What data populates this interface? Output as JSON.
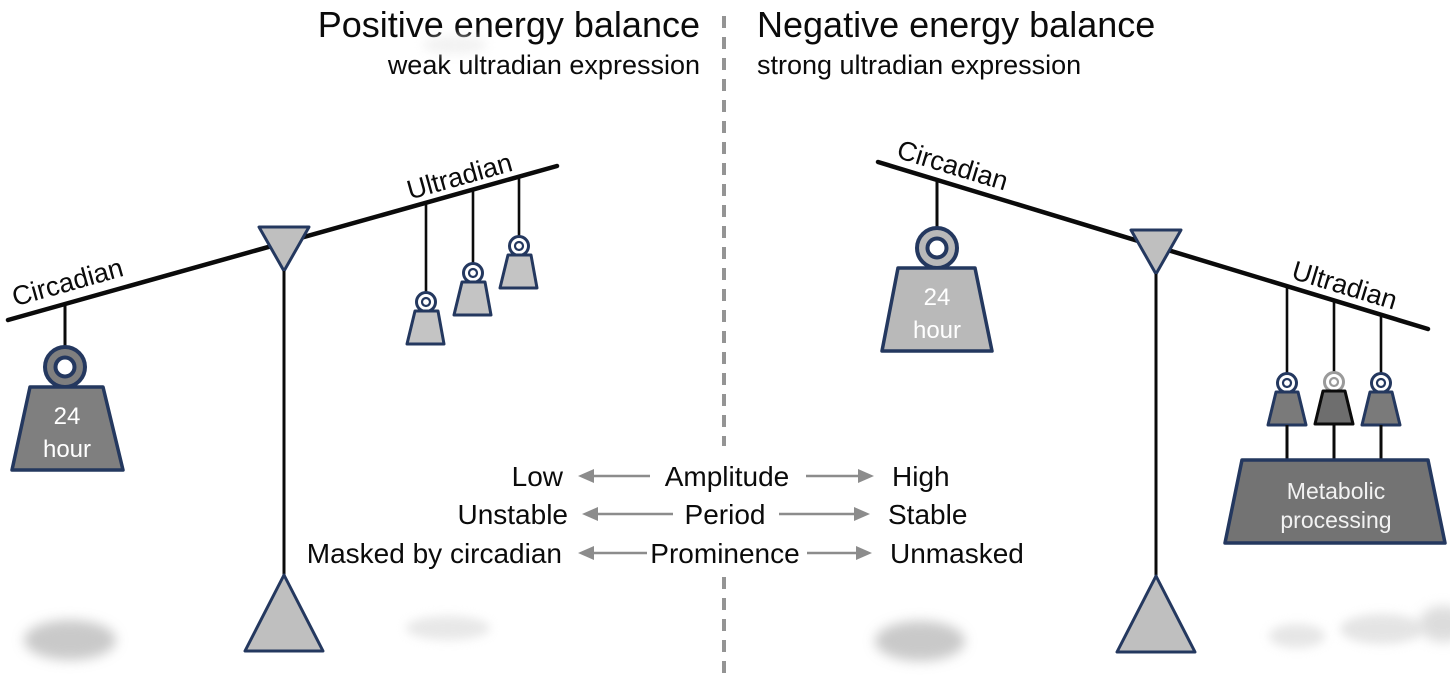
{
  "figure": {
    "left_panel": {
      "title": "Positive energy balance",
      "subtitle": "weak ultradian expression",
      "circadian_label": "Circadian",
      "ultradian_label": "Ultradian",
      "weight_text_line1": "24",
      "weight_text_line2": "hour"
    },
    "right_panel": {
      "title": "Negative energy balance",
      "subtitle": "strong ultradian expression",
      "circadian_label": "Circadian",
      "ultradian_label": "Ultradian",
      "weight_text_line1": "24",
      "weight_text_line2": "hour",
      "platform_text_line1": "Metabolic",
      "platform_text_line2": "processing"
    },
    "spectrum_rows": [
      {
        "left": "Low",
        "center": "Amplitude",
        "right": "High"
      },
      {
        "left": "Unstable",
        "center": "Period",
        "right": "Stable"
      },
      {
        "left": "Masked by circadian",
        "center": "Prominence",
        "right": "Unmasked"
      }
    ],
    "colors": {
      "outline_navy": "#24385f",
      "dark_weight_gray": "#7f7f7f",
      "light_weight_gray": "#bfbfbf",
      "platform_gray": "#737373",
      "arrow_gray": "#8c8c8c",
      "divider_gray": "#949494",
      "text_black": "#0b0b0b"
    }
  }
}
